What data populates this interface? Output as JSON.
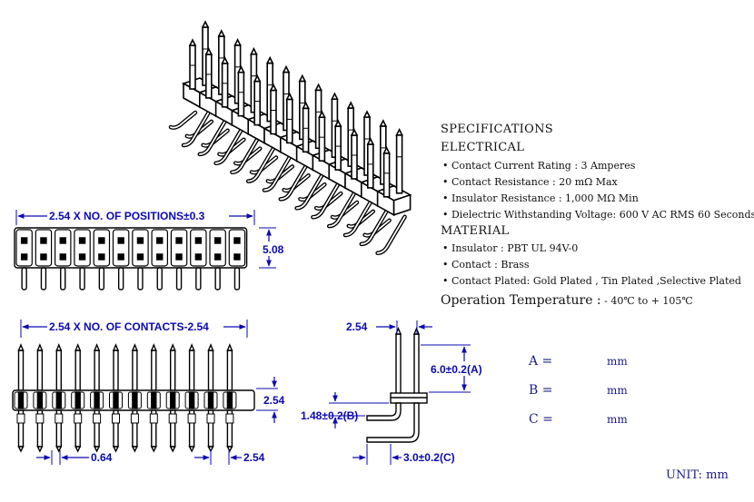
{
  "specs": {
    "title": "SPECIFICATIONS",
    "electrical": "ELECTRICAL",
    "e1": "• Contact Current Rating  : 3 Amperes",
    "e2": "• Contact Resistance  :  20 mΩ Max",
    "e3": "• Insulator Resistance  :  1,000 MΩ Min",
    "e4": "• Dielectric Withstanding Voltage:  600 V AC RMS 60 Seconds",
    "material": "MATERIAL",
    "m1": "• Insulator  :  PBT UL 94V-0",
    "m2": "• Contact  :  Brass",
    "m3": "• Contact  Plated:  Gold Plated , Tin Plated ,Selective Plated",
    "op_label": "Operation Temperature  :",
    "op_value": " - 40℃ to + 105℃"
  },
  "dims": {
    "top_width": "2.54 X NO. OF POSITIONS±0.3",
    "top_height": "5.08",
    "front_width": "2.54 X NO. OF CONTACTS-2.54",
    "front_height": "2.54",
    "pin_width": "0.64",
    "pitch": "2.54",
    "side_pitch": "2.54",
    "side_a": "6.0±0.2(A)",
    "side_b": "1.48±0.2(B)",
    "side_c": "3.0±0.2(C)"
  },
  "vars": {
    "a_label": "A  =",
    "a_unit": "mm",
    "b_label": "B  =",
    "b_unit": "mm",
    "c_label": "C  =",
    "c_unit": "mm"
  },
  "unit": "UNIT:  mm",
  "colors": {
    "dimension": "#0a0ab0",
    "line": "#000000",
    "label": "#1c1c8a"
  }
}
